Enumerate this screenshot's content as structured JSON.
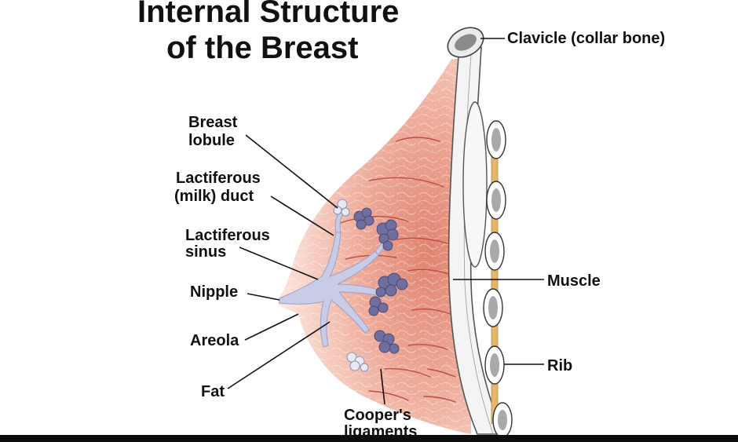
{
  "title": {
    "line1": "Internal Structure",
    "line2": "of the Breast"
  },
  "labels": {
    "clavicle": "Clavicle (collar bone)",
    "breast_lobule_1": "Breast",
    "breast_lobule_2": "lobule",
    "lactiferous_duct_1": "Lactiferous",
    "lactiferous_duct_2": "(milk) duct",
    "lactiferous_sinus_1": "Lactiferous",
    "lactiferous_sinus_2": "sinus",
    "nipple": "Nipple",
    "areola": "Areola",
    "fat": "Fat",
    "coopers_1": "Cooper's",
    "coopers_2": "ligaments",
    "muscle": "Muscle",
    "rib": "Rib"
  },
  "colors": {
    "tissue_light": "#fbe6dd",
    "tissue_dark": "#e79a86",
    "duct": "#c9cce6",
    "lobule": "#6f6e9f",
    "ligament": "#c24a3f",
    "muscle": "#f1f1f1",
    "rib_bone": "#cfcfcf",
    "cartilage": "#e6b66a"
  }
}
